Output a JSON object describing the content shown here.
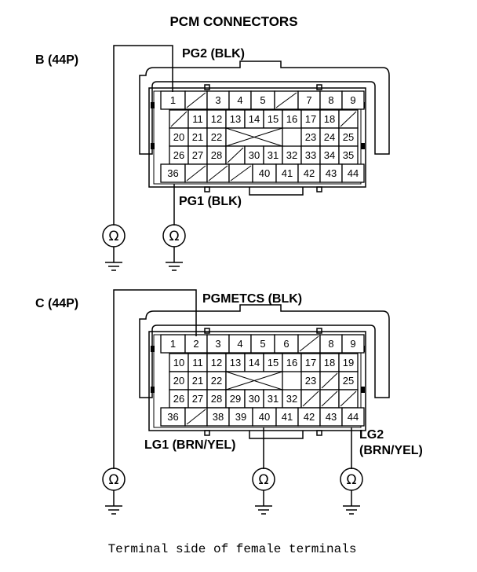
{
  "title": "PCM CONNECTORS",
  "caption": "Terminal side of female terminals",
  "icons": {
    "meter": "ohmmeter-icon",
    "ground": "ground-icon"
  },
  "connector_b": {
    "label": "B (44P)",
    "rows": [
      [
        "1",
        "/",
        "3",
        "4",
        "5",
        "/",
        "7",
        "8",
        "9"
      ],
      [
        "/",
        "11",
        "12",
        "13",
        "14",
        "15",
        "16",
        "17",
        "18",
        "/"
      ],
      [
        "20",
        "21",
        "22",
        "X",
        "X",
        "X",
        "23",
        "24",
        "25"
      ],
      [
        "26",
        "27",
        "28",
        "/",
        "30",
        "31",
        "32",
        "33",
        "34",
        "35"
      ],
      [
        "36",
        "/",
        "/",
        "/",
        "40",
        "41",
        "42",
        "43",
        "44"
      ]
    ],
    "probes": [
      {
        "label": "PG2 (BLK)"
      },
      {
        "label": "PG1 (BLK)"
      }
    ]
  },
  "connector_c": {
    "label": "C (44P)",
    "rows": [
      [
        "1",
        "2",
        "3",
        "4",
        "5",
        "6",
        "/",
        "8",
        "9"
      ],
      [
        "10",
        "11",
        "12",
        "13",
        "14",
        "15",
        "16",
        "17",
        "18",
        "19"
      ],
      [
        "20",
        "21",
        "22",
        "X",
        "X",
        "X",
        "23",
        "/",
        "25"
      ],
      [
        "26",
        "27",
        "28",
        "29",
        "30",
        "31",
        "32",
        "/",
        "/",
        "/"
      ],
      [
        "36",
        "/",
        "38",
        "39",
        "40",
        "41",
        "42",
        "43",
        "44"
      ]
    ],
    "probes": [
      {
        "label": "PGMETCS (BLK)"
      },
      {
        "label": "LG1 (BRN/YEL)"
      },
      {
        "label": "LG2"
      },
      {
        "label": "(BRN/YEL)"
      }
    ]
  }
}
